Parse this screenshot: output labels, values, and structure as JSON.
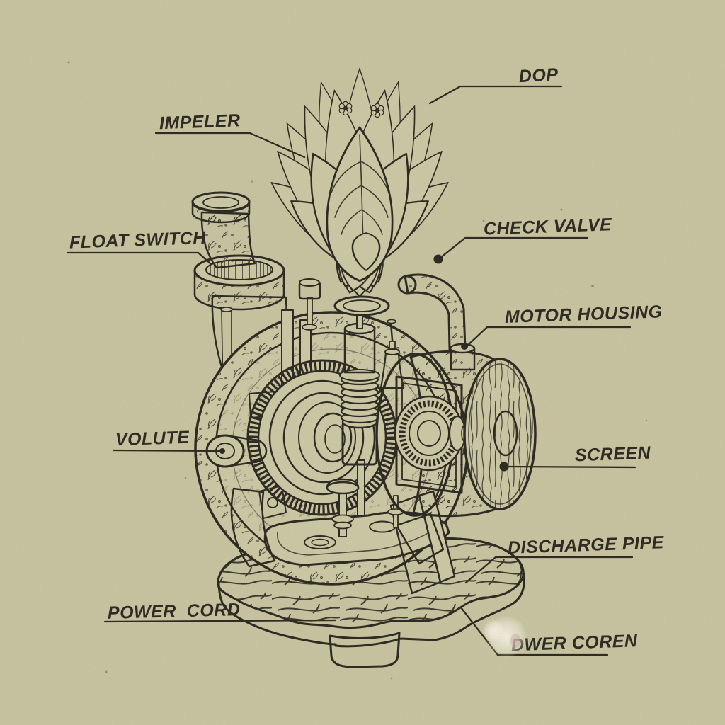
{
  "palette": {
    "paper": "#c9c5a2",
    "ink": "#2b2920",
    "paper_face": "#cdc9a6",
    "paper_shadow": "#b3ae8a",
    "paper_light": "#d8d4b4",
    "dark_fill": "#3a3624"
  },
  "labels": {
    "impeller": "IMPELER",
    "dop": "DOP",
    "float_switch": "FLOAT SWITCH",
    "check_valve": "CHECK VALVE",
    "motor_housing": "MOTOR HOUSING",
    "volute": "VOLUTE",
    "screen": "SCREEN",
    "discharge_pipe": "DISCHARGE PIPE",
    "power_cord": "POWER  CORD",
    "power_cord_garbled": "DWER COREN"
  }
}
